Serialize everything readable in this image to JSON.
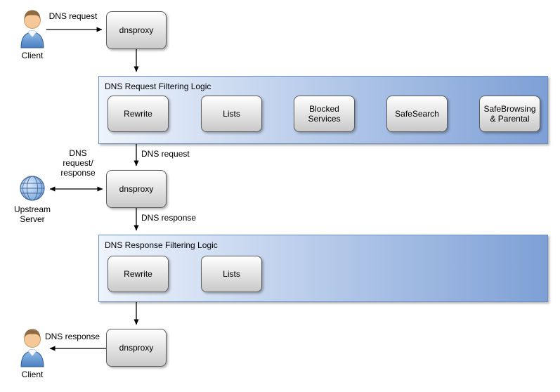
{
  "diagram": {
    "nodes": {
      "client_top": "Client",
      "dnsproxy_1": "dnsproxy",
      "dnsproxy_2": "dnsproxy",
      "dnsproxy_3": "dnsproxy",
      "upstream_server": "Upstream Server",
      "client_bottom": "Client"
    },
    "containers": {
      "request": {
        "title": "DNS Request Filtering Logic",
        "steps": [
          "Rewrite",
          "Lists",
          "Blocked Services",
          "SafeSearch",
          "SafeBrowsing & Parental"
        ]
      },
      "response": {
        "title": "DNS Response Filtering Logic",
        "steps": [
          "Rewrite",
          "Lists"
        ]
      }
    },
    "edge_labels": {
      "client_request": "DNS request",
      "filtered_request": "DNS request",
      "upstream_exchange": "DNS request/ response",
      "proxy_response": "DNS response",
      "client_response": "DNS response"
    },
    "colors": {
      "container_fill_start": "#eef4fc",
      "container_fill_end": "#7ea0d6",
      "container_border": "#6c8ebf",
      "node_fill_start": "#ffffff",
      "node_fill_end": "#c9c9c9",
      "node_border": "#5c5c5c",
      "arrow": "#000000"
    }
  }
}
